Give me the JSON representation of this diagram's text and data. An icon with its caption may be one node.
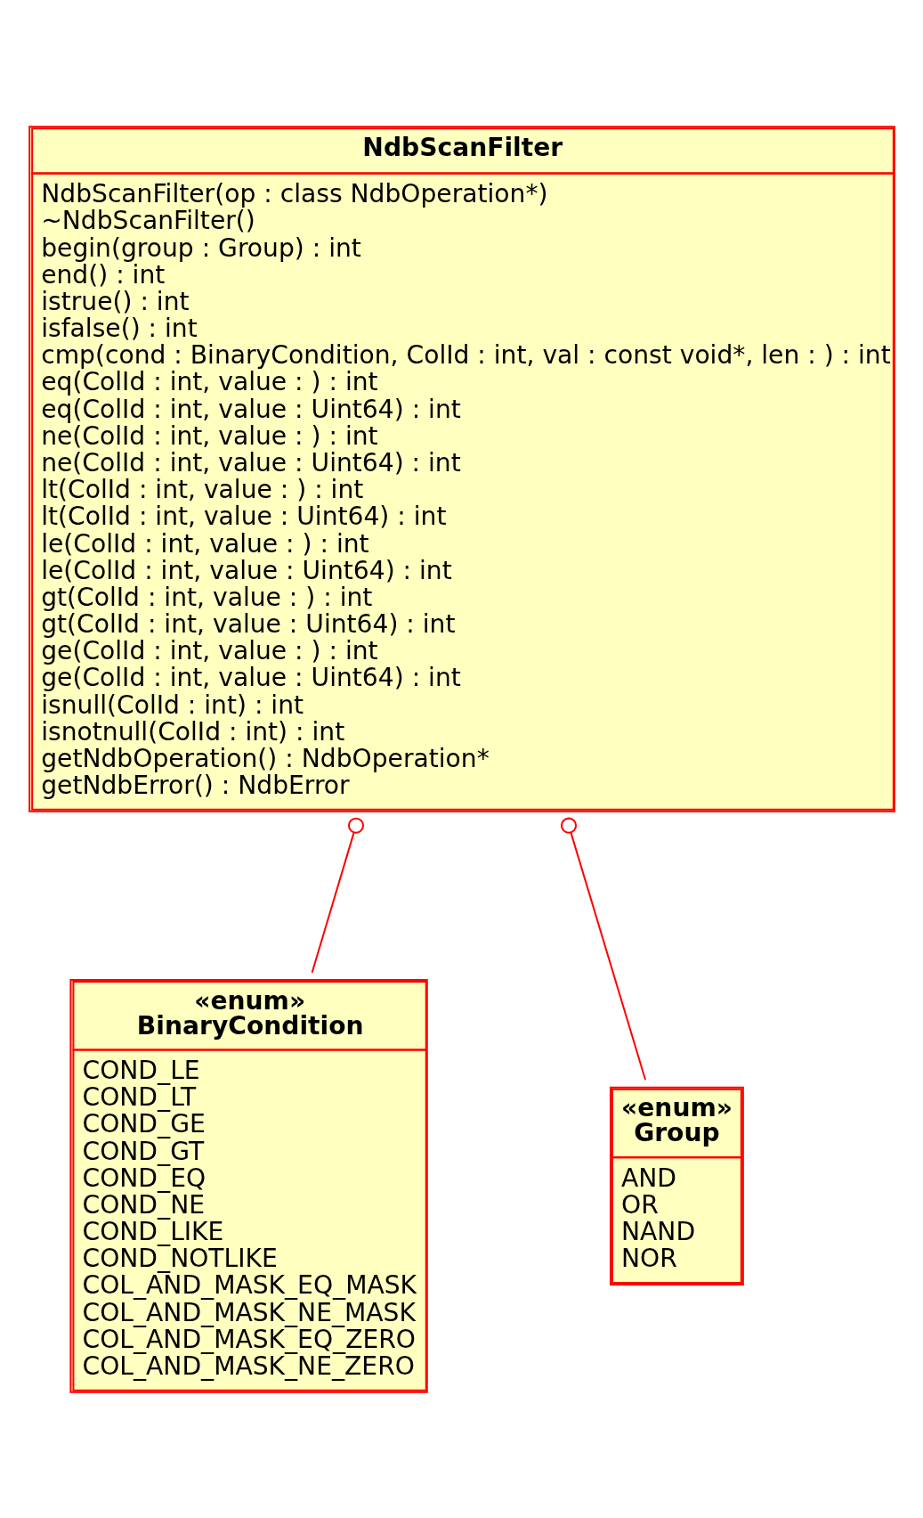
{
  "diagram": {
    "nodes": [
      {
        "text": [
          "NdbScanFilter",
          "NdbScanFilter(op : class NdbOperation*)",
          "~NdbScanFilter()",
          "begin(group : Group) : int",
          "end() : int",
          "istrue() : int",
          "isfalse() : int",
          "cmp(cond : BinaryCondition, ColId : int, val : const void*, len : ) : int",
          "eq(ColId : int, value : ) : int",
          "eq(ColId : int, value : Uint64) : int",
          "ne(ColId : int, value : ) : int",
          "ne(ColId : int, value : Uint64) : int",
          "lt(ColId : int, value : ) : int",
          "lt(ColId : int, value : Uint64) : int",
          "le(ColId : int, value : ) : int",
          "le(ColId : int, value : Uint64) : int",
          "gt(ColId : int, value : ) : int",
          "gt(ColId : int, value : Uint64) : int",
          "ge(ColId : int, value : ) : int",
          "ge(ColId : int, value : Uint64) : int",
          "isnull(ColId : int) : int",
          "isnotnull(ColId : int) : int",
          "getNdbOperation() : NdbOperation*",
          "getNdbError() : NdbError"
        ]
      },
      {
        "text": [
          "«enum»",
          "BinaryCondition",
          "COND_LE",
          "COND_LT",
          "COND_GE",
          "COND_GT",
          "COND_EQ",
          "COND_NE",
          "COND_LIKE",
          "COND_NOTLIKE",
          "COL_AND_MASK_EQ_MASK",
          "COL_AND_MASK_NE_MASK",
          "COL_AND_MASK_EQ_ZERO",
          "COL_AND_MASK_NE_ZERO"
        ]
      },
      {
        "text": [
          "«enum»",
          "Group",
          "AND",
          "OR",
          "NAND",
          "NOR"
        ]
      }
    ],
    "edges": [
      {
        "from": 0,
        "to": 1,
        "arrow": "other"
      },
      {
        "from": 0,
        "to": 2,
        "arrow": "other"
      }
    ]
  }
}
